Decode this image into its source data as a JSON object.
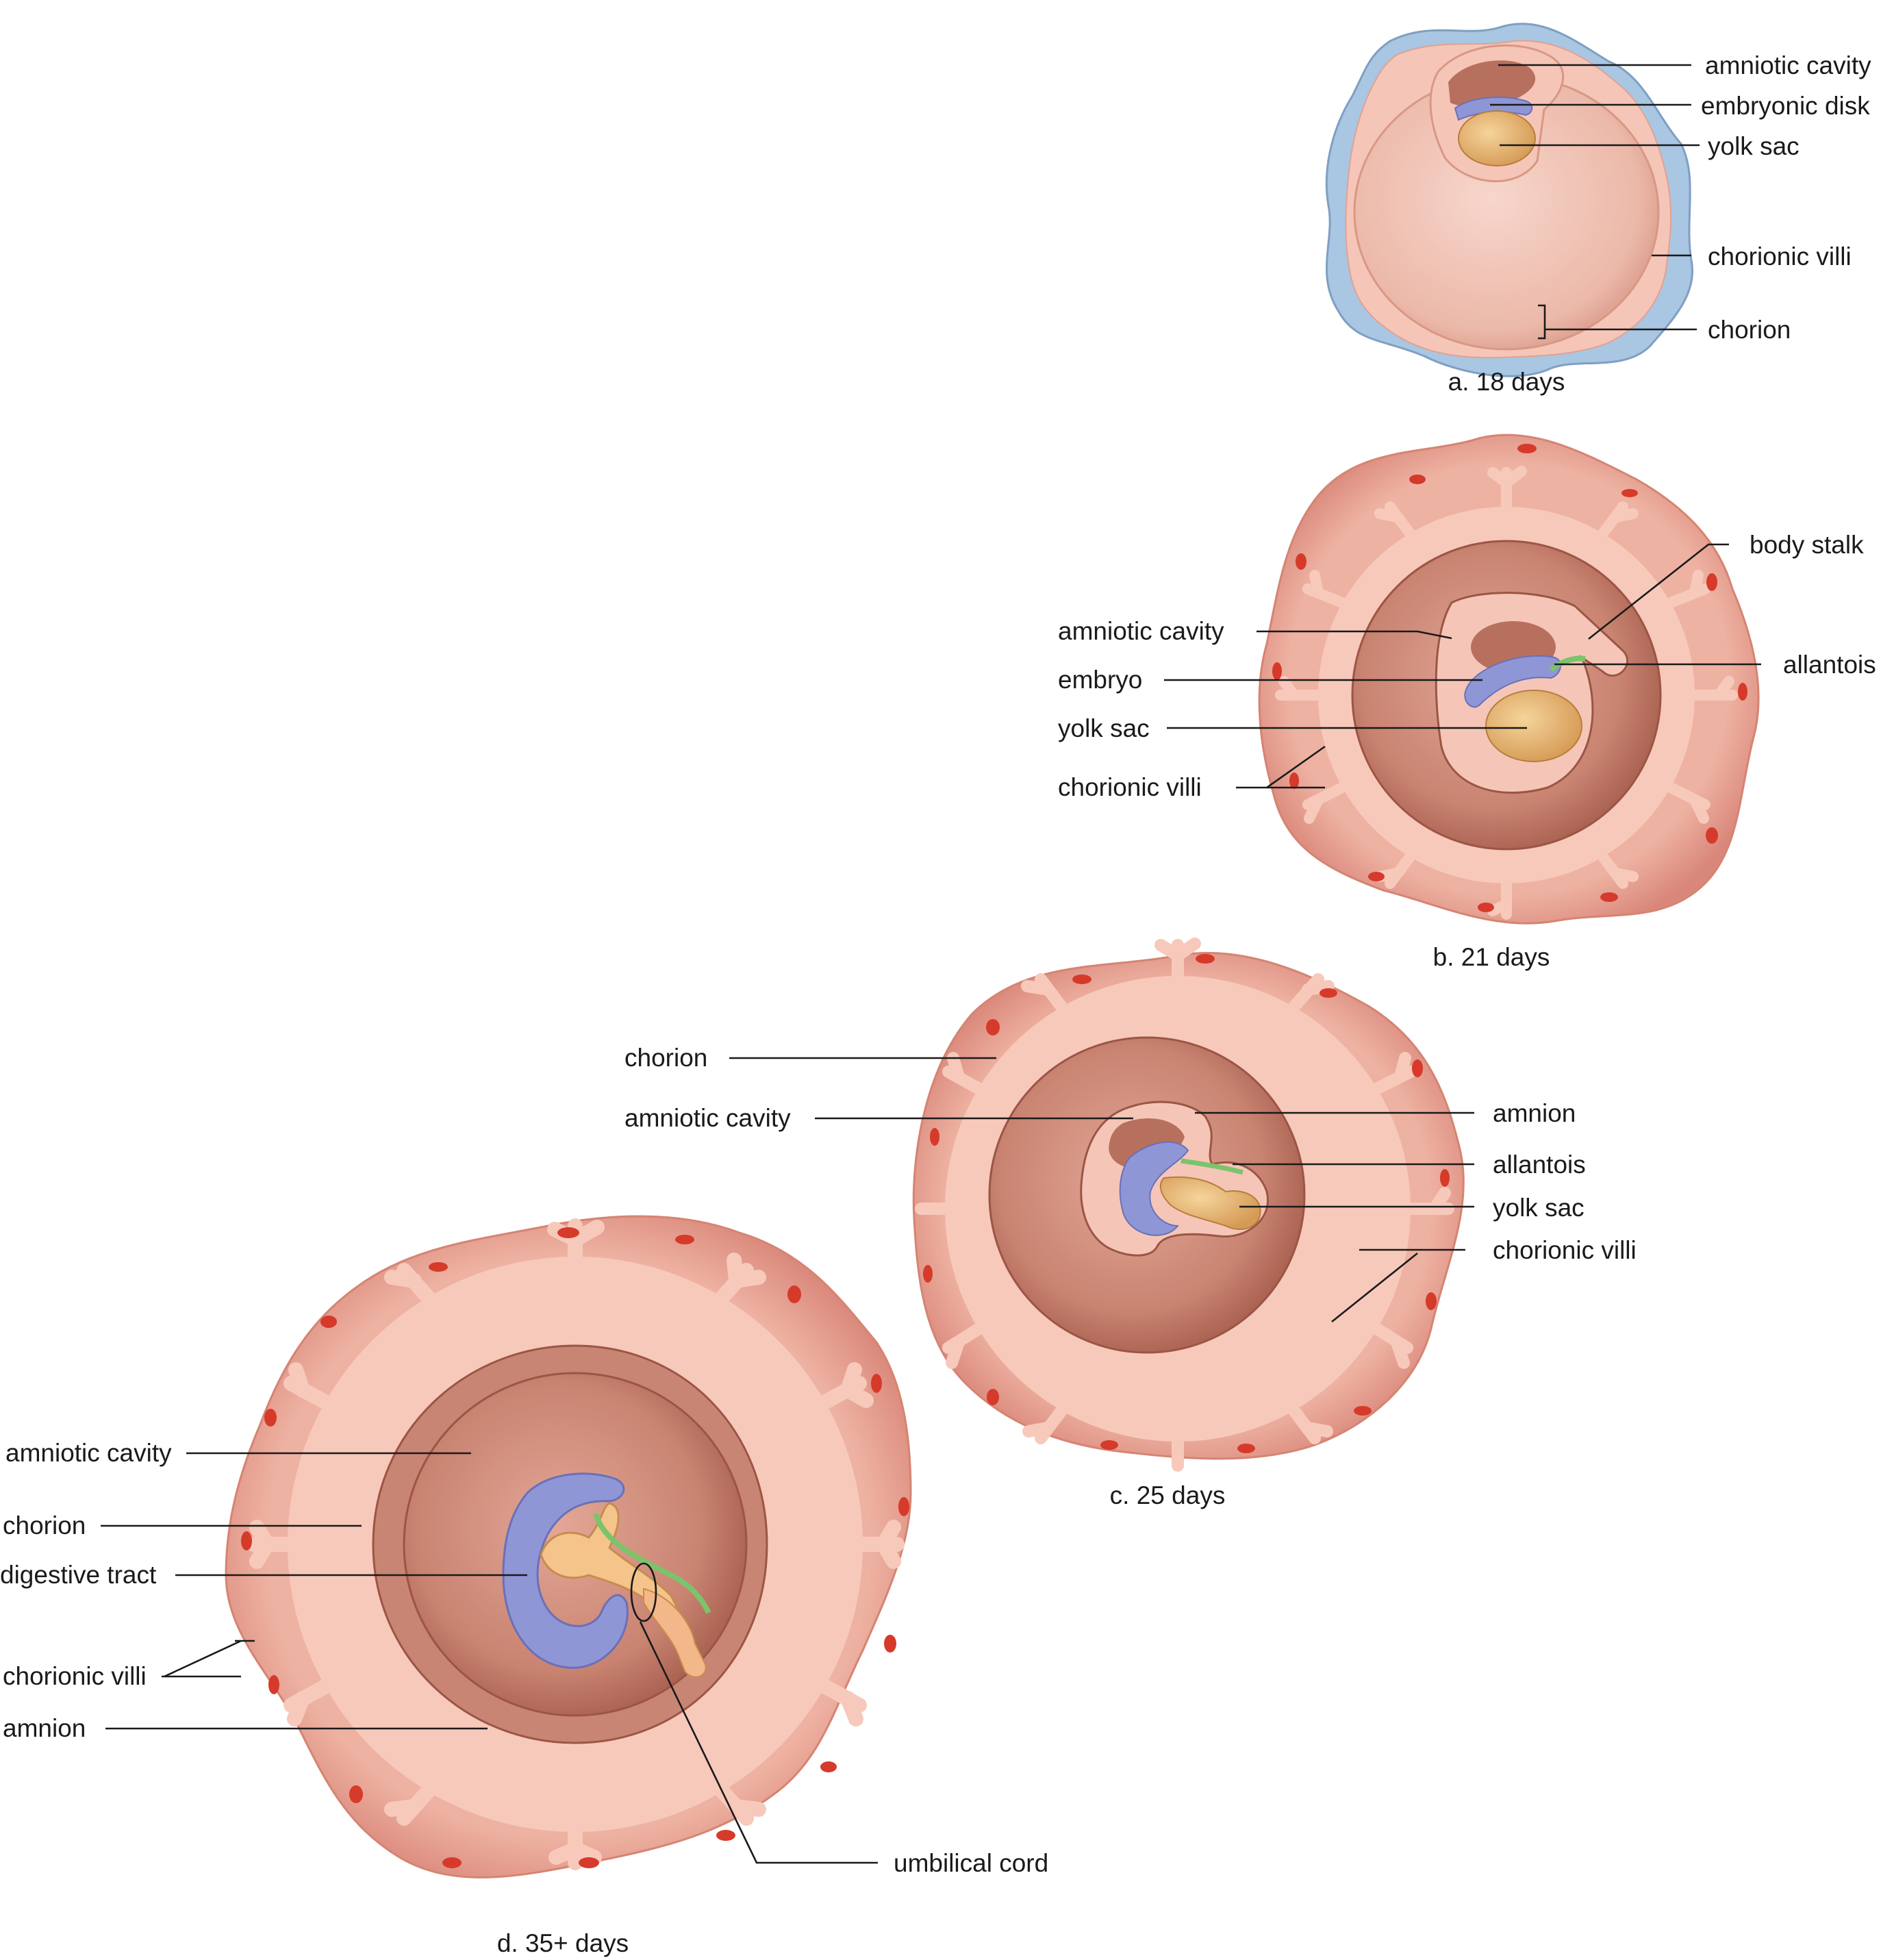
{
  "panels": {
    "a": {
      "caption": "a.  18 days",
      "labels": {
        "amniotic_cavity": "amniotic cavity",
        "embryonic_disk": "embryonic disk",
        "yolk_sac": "yolk sac",
        "chorionic_villi": "chorionic villi",
        "chorion": "chorion"
      }
    },
    "b": {
      "caption": "b.  21 days",
      "labels": {
        "body_stalk": "body stalk",
        "amniotic_cavity": "amniotic cavity",
        "allantois": "allantois",
        "embryo": "embryo",
        "yolk_sac": "yolk sac",
        "chorionic_villi": "chorionic villi"
      }
    },
    "c": {
      "caption": "c.  25 days",
      "labels": {
        "chorion": "chorion",
        "amniotic_cavity": "amniotic cavity",
        "amnion": "amnion",
        "allantois": "allantois",
        "yolk_sac": "yolk sac",
        "chorionic_villi": "chorionic villi"
      }
    },
    "d": {
      "caption": "d.  35+ days",
      "labels": {
        "amniotic_cavity": "amniotic cavity",
        "chorion": "chorion",
        "digestive_tract": "digestive tract",
        "chorionic_villi": "chorionic villi",
        "amnion": "amnion",
        "umbilical_cord": "umbilical cord"
      }
    }
  },
  "colors": {
    "decidua": "#e8a595",
    "chorion_pale": "#f7c9bb",
    "villi_blue": "#a9c6e2",
    "cavity": "#b8705e",
    "embryo_blue": "#8f96d6",
    "yolk": "#e3b56f",
    "allantois_green": "#7cc36b",
    "blood_red": "#d63a2a"
  }
}
